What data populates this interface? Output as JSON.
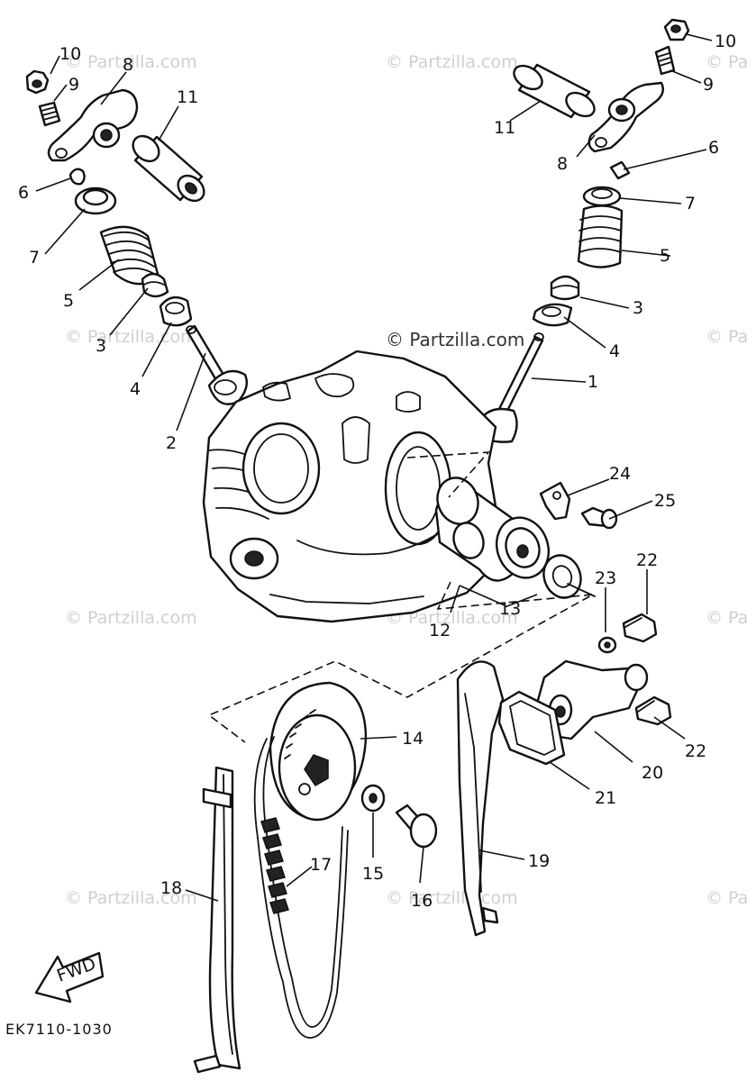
{
  "watermark": {
    "main": "© Partzilla.com",
    "repeat": "© Partzilla.com",
    "edge": "© Pa"
  },
  "diagram_code": "EK7110-1030",
  "fwd_label": "FWD",
  "callouts": {
    "c1": "1",
    "c2": "2",
    "c3_left": "3",
    "c3_right": "3",
    "c4_left": "4",
    "c4_right": "4",
    "c5_left": "5",
    "c5_right": "5",
    "c6_left": "6",
    "c6_right": "6",
    "c7_left": "7",
    "c7_right": "7",
    "c8_left": "8",
    "c8_right": "8",
    "c9_left": "9",
    "c9_right": "9",
    "c10_left": "10",
    "c10_right": "10",
    "c11_left": "11",
    "c11_right": "11",
    "c12": "12",
    "c13": "13",
    "c14": "14",
    "c15": "15",
    "c16": "16",
    "c17": "17",
    "c18": "18",
    "c19": "19",
    "c20": "20",
    "c21": "21",
    "c22_top": "22",
    "c22_bottom": "22",
    "c23": "23",
    "c24": "24",
    "c25": "25"
  }
}
